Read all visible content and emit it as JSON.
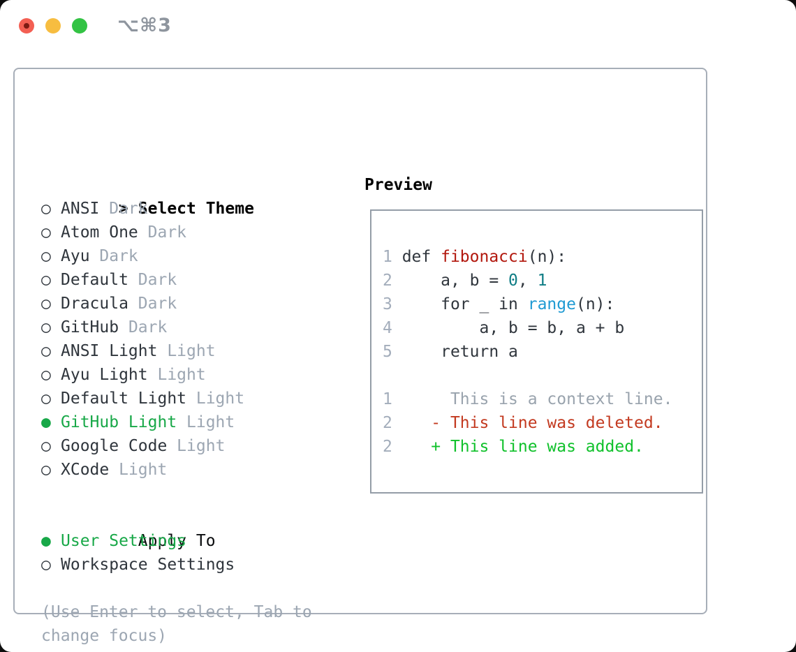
{
  "window": {
    "title": "⌥⌘3"
  },
  "theme_list": {
    "cursor": ">",
    "header": "Select Theme",
    "marker_unselected": "○",
    "marker_selected": "●",
    "items": [
      {
        "name": "ANSI",
        "variant": "Dark",
        "selected": false
      },
      {
        "name": "Atom One",
        "variant": "Dark",
        "selected": false
      },
      {
        "name": "Ayu",
        "variant": "Dark",
        "selected": false
      },
      {
        "name": "Default",
        "variant": "Dark",
        "selected": false
      },
      {
        "name": "Dracula",
        "variant": "Dark",
        "selected": false
      },
      {
        "name": "GitHub",
        "variant": "Dark",
        "selected": false
      },
      {
        "name": "ANSI Light",
        "variant": "Light",
        "selected": false
      },
      {
        "name": "Ayu Light",
        "variant": "Light",
        "selected": false
      },
      {
        "name": "Default Light",
        "variant": "Light",
        "selected": false
      },
      {
        "name": "GitHub Light",
        "variant": "Light",
        "selected": true
      },
      {
        "name": "Google Code",
        "variant": "Light",
        "selected": false
      },
      {
        "name": "XCode",
        "variant": "Light",
        "selected": false
      }
    ]
  },
  "apply_to": {
    "header": "Apply To",
    "options": [
      {
        "label": "User Settings",
        "selected": true
      },
      {
        "label": "Workspace Settings",
        "selected": false
      }
    ]
  },
  "hint": {
    "line1": "(Use Enter to select, Tab to",
    "line2": "change focus)"
  },
  "preview": {
    "header": "Preview",
    "lines": [
      {
        "num": "1",
        "tokens": [
          {
            "t": "def ",
            "c": "d"
          },
          {
            "t": "fibonacci",
            "c": "red"
          },
          {
            "t": "(n):",
            "c": "d"
          }
        ]
      },
      {
        "num": "2",
        "tokens": [
          {
            "t": "    a, b = ",
            "c": "d"
          },
          {
            "t": "0",
            "c": "num"
          },
          {
            "t": ", ",
            "c": "d"
          },
          {
            "t": "1",
            "c": "num"
          }
        ]
      },
      {
        "num": "3",
        "tokens": [
          {
            "t": "    for _ in ",
            "c": "d"
          },
          {
            "t": "range",
            "c": "fn"
          },
          {
            "t": "(n):",
            "c": "d"
          }
        ]
      },
      {
        "num": "4",
        "tokens": [
          {
            "t": "        a, b = b, a + b",
            "c": "d"
          }
        ]
      },
      {
        "num": "5",
        "tokens": [
          {
            "t": "    return a",
            "c": "d"
          }
        ]
      },
      {
        "num": "",
        "tokens": []
      },
      {
        "num": "1",
        "tokens": [
          {
            "t": "     This is a context line.",
            "c": "ctx"
          }
        ]
      },
      {
        "num": "2",
        "tokens": [
          {
            "t": "   - This line was deleted.",
            "c": "del"
          }
        ]
      },
      {
        "num": "2",
        "tokens": [
          {
            "t": "   + This line was added.",
            "c": "add"
          }
        ]
      }
    ]
  },
  "colors": {
    "selection_green": "#18a848",
    "diff_added_green": "#10c12b",
    "diff_deleted_red": "#c33a20",
    "context_gray": "#99a3ad",
    "code_default": "#30363d",
    "function_red": "#b2170d",
    "number_teal": "#0f7d85",
    "builtin_blue": "#1f9ad3",
    "muted_gray": "#9ca6b2",
    "line_number_gray": "#a3adbb",
    "panel_border": "#a7aeb8",
    "preview_border": "#949da7",
    "traffic_red": "#f35f53",
    "traffic_yellow": "#f7bd40",
    "traffic_green": "#33c344"
  }
}
